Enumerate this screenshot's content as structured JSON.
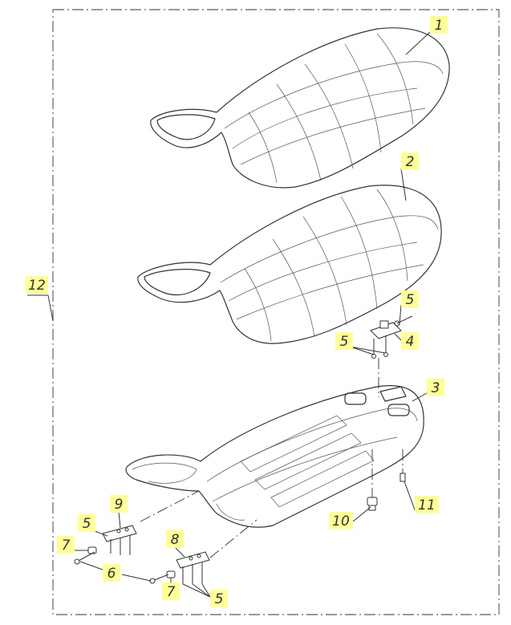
{
  "accent_color": "#ffff99",
  "callouts": {
    "c1": "1",
    "c2": "2",
    "c3": "3",
    "c4": "4",
    "c5a": "5",
    "c5b": "5",
    "c5c": "5",
    "c5d": "5",
    "c6": "6",
    "c7a": "7",
    "c7b": "7",
    "c8": "8",
    "c9": "9",
    "c10": "10",
    "c11": "11",
    "c12": "12"
  }
}
